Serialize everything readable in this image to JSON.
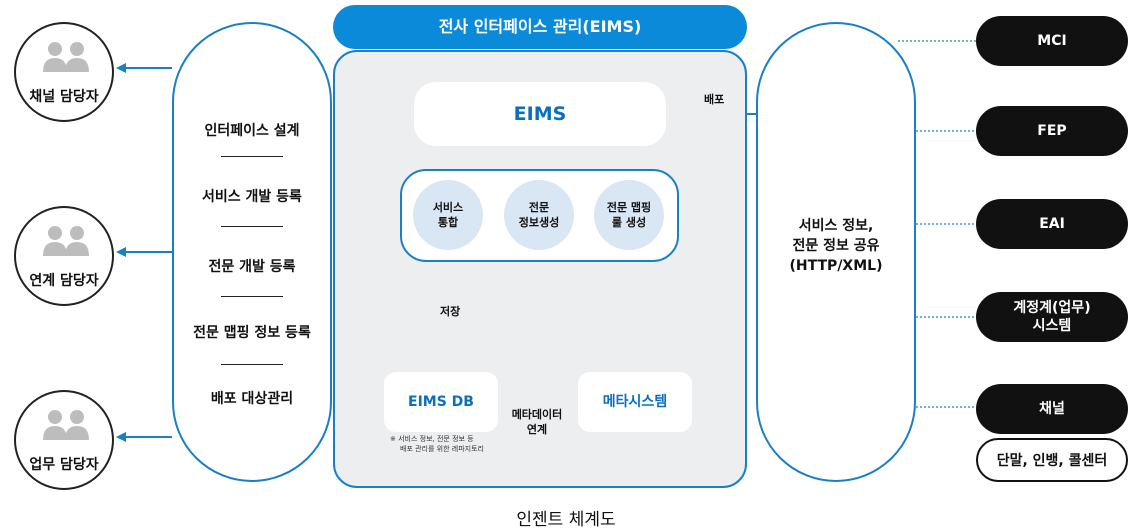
{
  "header": {
    "title": "전사 인터페이스 관리(EIMS)"
  },
  "persons": [
    {
      "label": "채널 담당자"
    },
    {
      "label": "연계 담당자"
    },
    {
      "label": "업무 담당자"
    }
  ],
  "left_capsule": {
    "items": [
      "인터페이스 설계",
      "서비스 개발 등록",
      "전문 개발 등록",
      "전문 맵핑 정보 등록",
      "배포 대상관리"
    ]
  },
  "center": {
    "eims_label": "EIMS",
    "services": [
      "서비스\n통합",
      "전문\n정보생성",
      "전문 맵핑\n룰 생성"
    ],
    "store_label": "저장",
    "eims_db_label": "EIMS DB",
    "meta_label": "메타시스템",
    "link_label": "메타데이터\n연계",
    "deploy_label": "배포",
    "footnote": [
      "※ 서비스 정보, 전문 정보 등",
      "배포 관리를 위한 레파지토리"
    ]
  },
  "right_capsule": {
    "text": "서비스 정보,\n전문 정보 공유\n(HTTP/XML)"
  },
  "systems": [
    "MCI",
    "FEP",
    "EAI",
    "계정계(업무)\n시스템",
    "채널"
  ],
  "channel_sub": "단말, 인뱅, 콜센터",
  "caption": "인젠트 체계도",
  "colors": {
    "accent": "#0a8ad9",
    "border_blue": "#1a7fc7",
    "panel_gray": "#eceef0",
    "service_circle": "#d9e6f4",
    "pill_black": "#111111"
  }
}
